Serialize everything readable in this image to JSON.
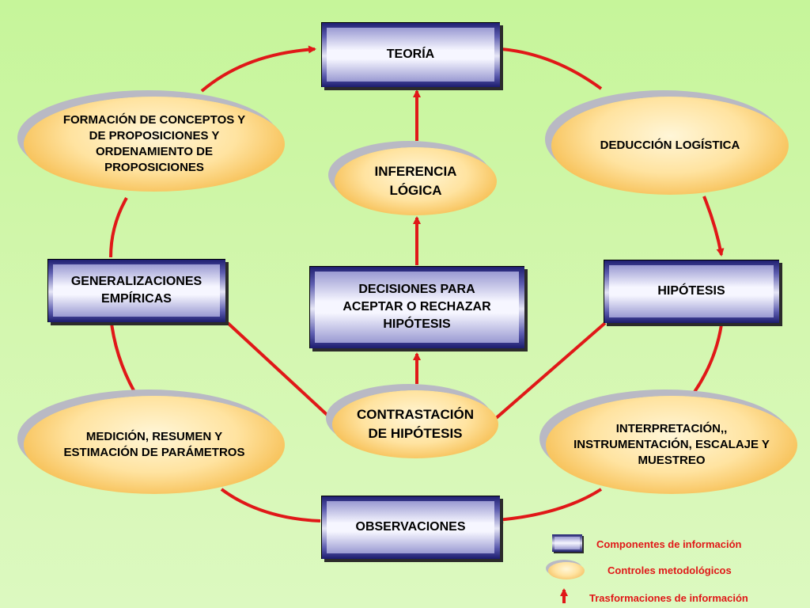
{
  "components": {
    "teoria": "TEORÍA",
    "generalizaciones": "GENERALIZACIONES EMPÍRICAS",
    "decisiones": "DECISIONES PARA ACEPTAR O RECHAZAR HIPÓTESIS",
    "hipotesis": "HIPÓTESIS",
    "observaciones": "OBSERVACIONES"
  },
  "controls": {
    "formacion": "FORMACIÓN DE CONCEPTOS Y DE PROPOSICIONES Y ORDENAMIENTO DE PROPOSICIONES",
    "deduccion": "DEDUCCIÓN LOGÍSTICA",
    "inferencia": "INFERENCIA LÓGICA",
    "medicion": "MEDICIÓN, RESUMEN Y ESTIMACIÓN DE PARÁMETROS",
    "contrastacion": "CONTRASTACIÓN DE HIPÓTESIS",
    "interpretacion": "INTERPRETACIÓN,, INSTRUMENTACIÓN, ESCALAJE Y MUESTREO"
  },
  "legend": {
    "components": "Componentes de información",
    "controls": "Controles metodológicos",
    "transformations": "Trasformaciones de información"
  },
  "colors": {
    "arrow": "#e01818",
    "box_dark": "#1c1c6e",
    "ellipse": "#ffe3a0",
    "background": "#c6f59a"
  }
}
